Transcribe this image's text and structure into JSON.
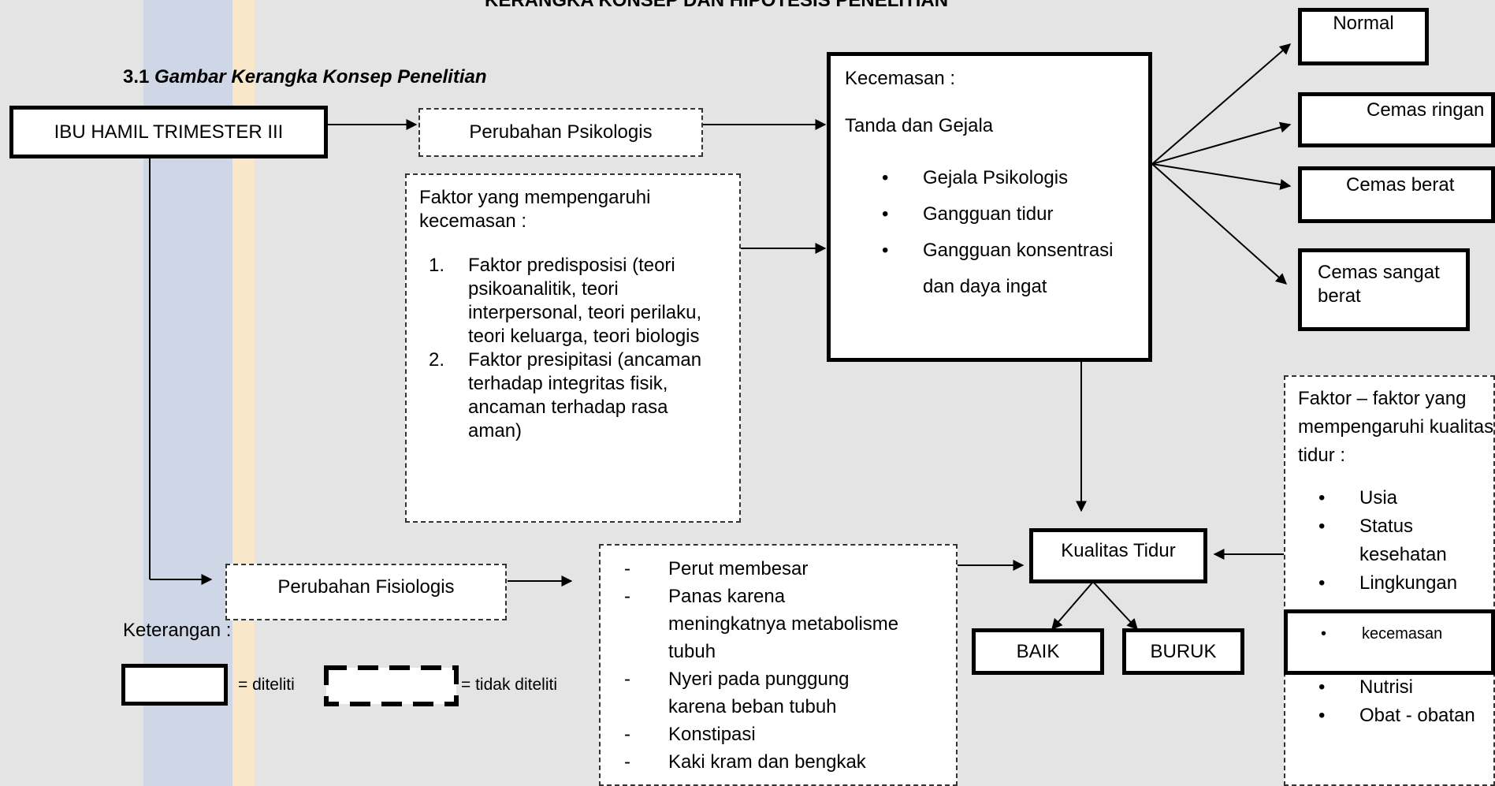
{
  "header": {
    "title": "KERANGKA KONSEP DAN HIPOTESIS PENELITIAN",
    "section_number": "3.1",
    "section_title": "Gambar Kerangka Konsep Penelitian"
  },
  "nodes": {
    "ibu_hamil": "IBU HAMIL TRIMESTER III",
    "perubahan_psikologis": "Perubahan  Psikologis",
    "faktor_kecemasan": {
      "title": "Faktor yang mempengaruhi kecemasan :",
      "items": [
        {
          "num": "1.",
          "text": "Faktor predisposisi (teori psikoanalitik, teori interpersonal, teori perilaku, teori keluarga, teori biologis"
        },
        {
          "num": "2.",
          "text": "Faktor presipitasi (ancaman terhadap integritas fisik, ancaman terhadap rasa aman)"
        }
      ]
    },
    "kecemasan": {
      "title": "Kecemasan :",
      "subtitle": "Tanda dan Gejala",
      "items": [
        "Gejala Psikologis",
        "Gangguan tidur",
        "Gangguan konsentrasi dan daya ingat"
      ]
    },
    "levels": [
      "Normal",
      "Cemas ringan",
      "Cemas berat",
      "Cemas sangat berat"
    ],
    "perubahan_fisiologis": "Perubahan Fisiologis",
    "fisiologis_items": [
      "Perut membesar",
      "Panas karena meningkatnya metabolisme tubuh",
      "Nyeri pada punggung karena beban tubuh",
      "Konstipasi",
      "Kaki kram dan bengkak"
    ],
    "kualitas_tidur": "Kualitas Tidur",
    "baik": "BAIK",
    "buruk": "BURUK",
    "faktor_tidur": {
      "title": "Faktor – faktor yang mempengaruhi kualitas tidur :",
      "items": [
        "Usia",
        "Status kesehatan",
        "Lingkungan"
      ],
      "highlight": "kecemasan",
      "items2": [
        "Nutrisi",
        "Obat - obatan"
      ]
    }
  },
  "legend": {
    "label": "Keterangan :",
    "diteliti": "= diteliti",
    "tidak_diteliti": "= tidak diteliti"
  }
}
